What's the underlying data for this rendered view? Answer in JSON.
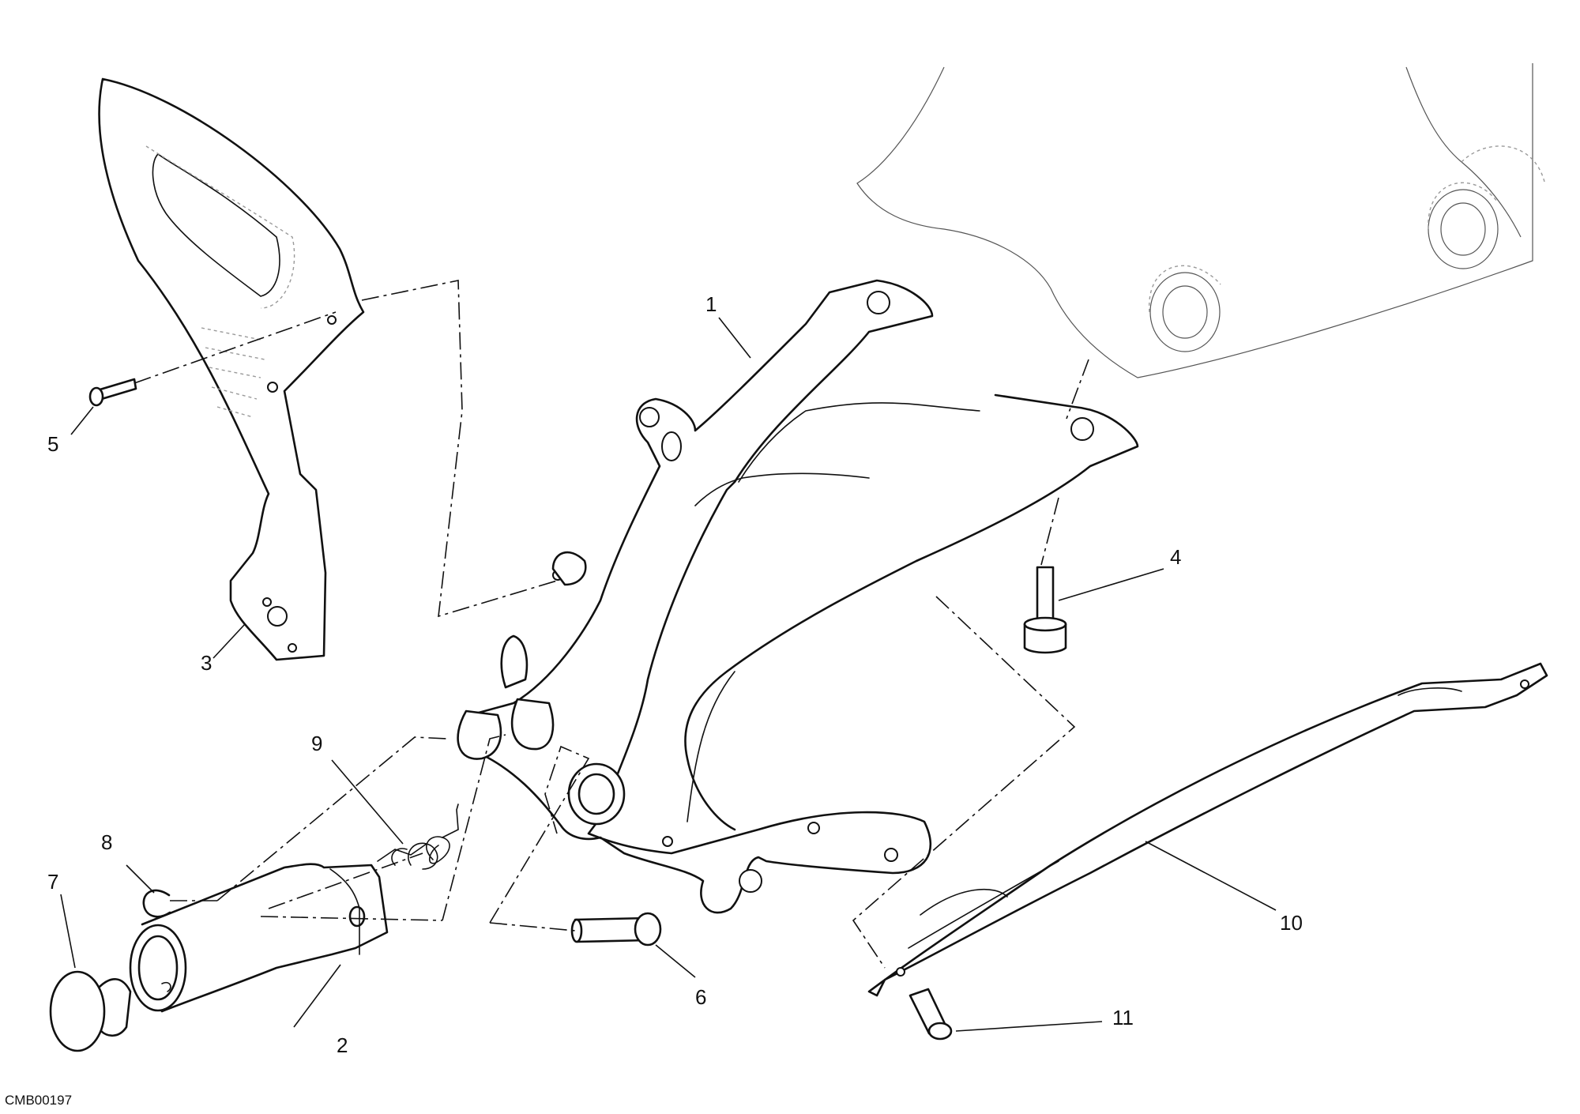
{
  "diagram": {
    "reference_code": "CMB00197",
    "callouts": {
      "c1": "1",
      "c2": "2",
      "c3": "3",
      "c4": "4",
      "c5": "5",
      "c6": "6",
      "c7": "7",
      "c8": "8",
      "c9": "9",
      "c10": "10",
      "c11": "11"
    }
  }
}
